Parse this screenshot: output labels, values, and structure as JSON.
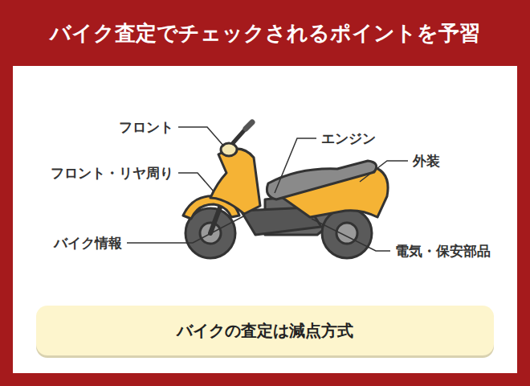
{
  "diagram": {
    "title": "バイク査定でチェックされるポイントを予習",
    "nodes": [
      {
        "text": [
          "バイクの査定は減点方式"
        ]
      }
    ],
    "labels": [
      "フロント",
      "フロント・リヤ周り",
      "バイク情報",
      "エンジン",
      "外装",
      "電気・保安部品"
    ]
  }
}
